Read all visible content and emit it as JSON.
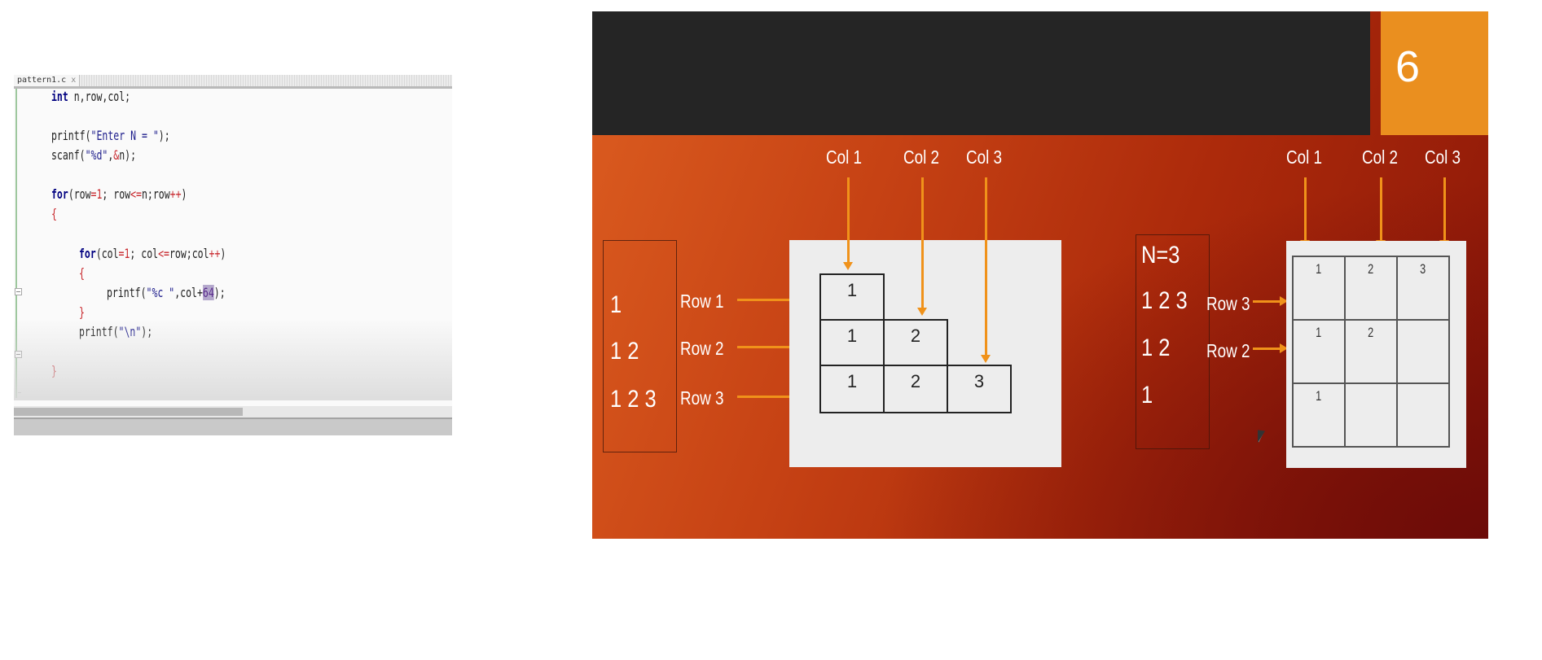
{
  "editor": {
    "tab_label": "pattern1.c",
    "tab_close": "x",
    "code": [
      [
        {
          "t": "int",
          "c": "kw"
        },
        {
          "t": " n,row,col;",
          "c": ""
        }
      ],
      [
        {
          "t": "printf(",
          "c": ""
        },
        {
          "t": "\"Enter N = \"",
          "c": "str"
        },
        {
          "t": ");",
          "c": ""
        }
      ],
      [
        {
          "t": "scanf(",
          "c": ""
        },
        {
          "t": "\"%d\"",
          "c": "str"
        },
        {
          "t": ",",
          "c": ""
        },
        {
          "t": "&",
          "c": "op"
        },
        {
          "t": "n);",
          "c": ""
        }
      ],
      [
        {
          "t": "for",
          "c": "kw"
        },
        {
          "t": "(row",
          "c": ""
        },
        {
          "t": "=1",
          "c": "op"
        },
        {
          "t": "; row",
          "c": ""
        },
        {
          "t": "<=",
          "c": "op"
        },
        {
          "t": "n;row",
          "c": ""
        },
        {
          "t": "++",
          "c": "op"
        },
        {
          "t": ")",
          "c": ""
        }
      ],
      [
        {
          "t": "{",
          "c": "op"
        }
      ],
      [
        {
          "t": "for",
          "c": "kw"
        },
        {
          "t": "(col",
          "c": ""
        },
        {
          "t": "=1",
          "c": "op"
        },
        {
          "t": "; col",
          "c": ""
        },
        {
          "t": "<=",
          "c": "op"
        },
        {
          "t": "row;col",
          "c": ""
        },
        {
          "t": "++",
          "c": "op"
        },
        {
          "t": ")",
          "c": ""
        }
      ],
      [
        {
          "t": "{",
          "c": "op"
        }
      ],
      [
        {
          "t": "printf(",
          "c": ""
        },
        {
          "t": "\"%c \"",
          "c": "str"
        },
        {
          "t": ",col+",
          "c": ""
        },
        {
          "t": "64",
          "c": "hl"
        },
        {
          "t": ");",
          "c": ""
        }
      ],
      [
        {
          "t": "}",
          "c": "op"
        }
      ],
      [
        {
          "t": "printf(",
          "c": ""
        },
        {
          "t": "\"\\n\"",
          "c": "str"
        },
        {
          "t": ");",
          "c": ""
        }
      ],
      [
        {
          "t": "}",
          "c": "op"
        }
      ]
    ]
  },
  "slide": {
    "number": "6",
    "left_pattern": [
      "1",
      "1 2",
      "1 2 3"
    ],
    "left_row_labels": [
      "Row 1",
      "Row 2",
      "Row 3"
    ],
    "left_col_labels": [
      "Col 1",
      "Col 2",
      "Col 3"
    ],
    "triangle_rows": [
      [
        "1"
      ],
      [
        "1",
        "2"
      ],
      [
        "1",
        "2",
        "3"
      ]
    ],
    "right_pattern": [
      "N=3",
      "1 2 3",
      "1 2",
      "1"
    ],
    "right_row_labels": [
      "Row 3",
      "Row 2"
    ],
    "right_col_labels": [
      "Col 1",
      "Col 2",
      "Col 3"
    ],
    "grid": [
      [
        "1",
        "2",
        "3"
      ],
      [
        "1",
        "2",
        ""
      ],
      [
        "1",
        "",
        ""
      ]
    ]
  },
  "colors": {
    "header": "#252525",
    "accent_orange": "#ea8f1f",
    "arrow": "#f0921a",
    "slide_red": "#ac2a0b"
  }
}
